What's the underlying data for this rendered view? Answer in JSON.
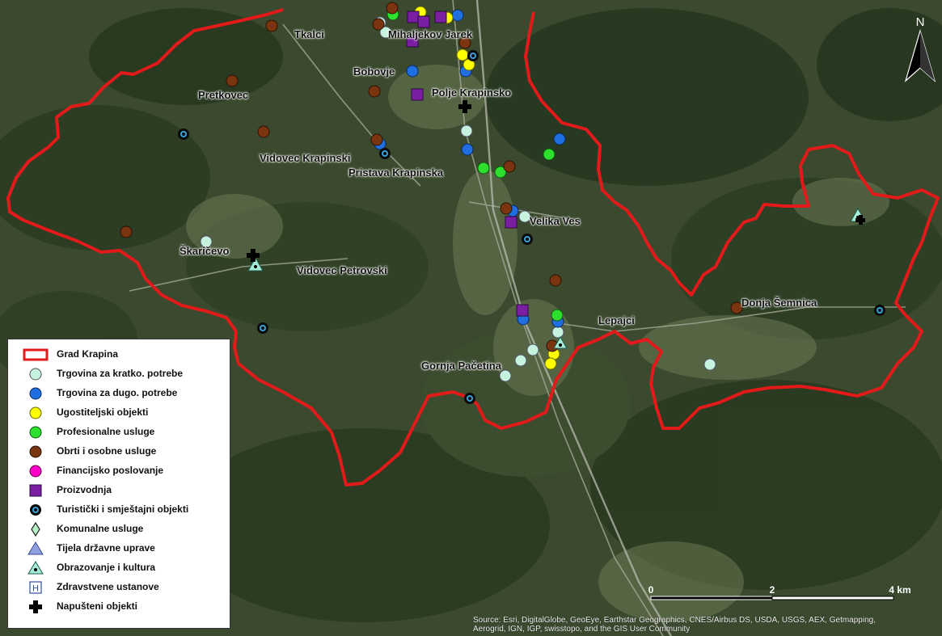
{
  "places": [
    {
      "id": "tkalci",
      "name": "Tkalci"
    },
    {
      "id": "mihaljekov",
      "name": "Mihaljekov Jarek"
    },
    {
      "id": "bobovje",
      "name": "Bobovje"
    },
    {
      "id": "polje",
      "name": "Polje Krapinsko"
    },
    {
      "id": "pretkovec",
      "name": "Pretkovec"
    },
    {
      "id": "vidovec-kr",
      "name": "Vidovec Krapinski"
    },
    {
      "id": "pristava",
      "name": "Pristava Krapinska"
    },
    {
      "id": "velika-ves",
      "name": "Velika Ves"
    },
    {
      "id": "skaricevo",
      "name": "Škaričevo"
    },
    {
      "id": "vidovec-pe",
      "name": "Vidovec Petrovski"
    },
    {
      "id": "lepajci",
      "name": "Lepajci"
    },
    {
      "id": "donja-semnica",
      "name": "Donja Šemnica"
    },
    {
      "id": "gornja-pacetina",
      "name": "Gornja Pačetina"
    }
  ],
  "legend": [
    {
      "symbol": "boundary",
      "color": "#e21a1a",
      "label": "Grad Krapina"
    },
    {
      "symbol": "circle",
      "color": "#c6f2e0",
      "label": "Trgovina za kratko. potrebe"
    },
    {
      "symbol": "circle",
      "color": "#1f6fe0",
      "label": "Trgovina za dugo. potrebe"
    },
    {
      "symbol": "circle",
      "color": "#ffff00",
      "label": "Ugostiteljski objekti"
    },
    {
      "symbol": "circle",
      "color": "#2ee02e",
      "label": "Profesionalne usluge"
    },
    {
      "symbol": "circle",
      "color": "#7a3510",
      "label": "Obrti i osobne usluge"
    },
    {
      "symbol": "circle",
      "color": "#ff00c8",
      "label": "Financijsko poslovanje"
    },
    {
      "symbol": "square",
      "color": "#7b1fa2",
      "label": "Proizvodnja"
    },
    {
      "symbol": "target",
      "color": "#3aa0d8",
      "label": "Turistički i smještajni objekti"
    },
    {
      "symbol": "diamond",
      "color": "#b8f0c8",
      "label": "Komunalne usluge"
    },
    {
      "symbol": "triangle",
      "color": "#8fa0e0",
      "label": "Tijela državne uprave"
    },
    {
      "symbol": "triangle-dot",
      "color": "#a8ead8",
      "label": "Obrazovanje i kultura"
    },
    {
      "symbol": "h-box",
      "color": "#2f4fa0",
      "label": "Zdravstvene ustanove"
    },
    {
      "symbol": "cross",
      "color": "#000000",
      "label": "Napušteni objekti"
    }
  ],
  "scale": {
    "labels": [
      "0",
      "2",
      "4 km"
    ]
  },
  "north": {
    "label": "N"
  },
  "attribution": "Source: Esri, DigitalGlobe, GeoEye, Earthstar Geographics, CNES/Airbus DS, USDA, USGS, AEX, Getmapping, Aerogrid, IGN, IGP, swisstopo, and the GIS User Community"
}
